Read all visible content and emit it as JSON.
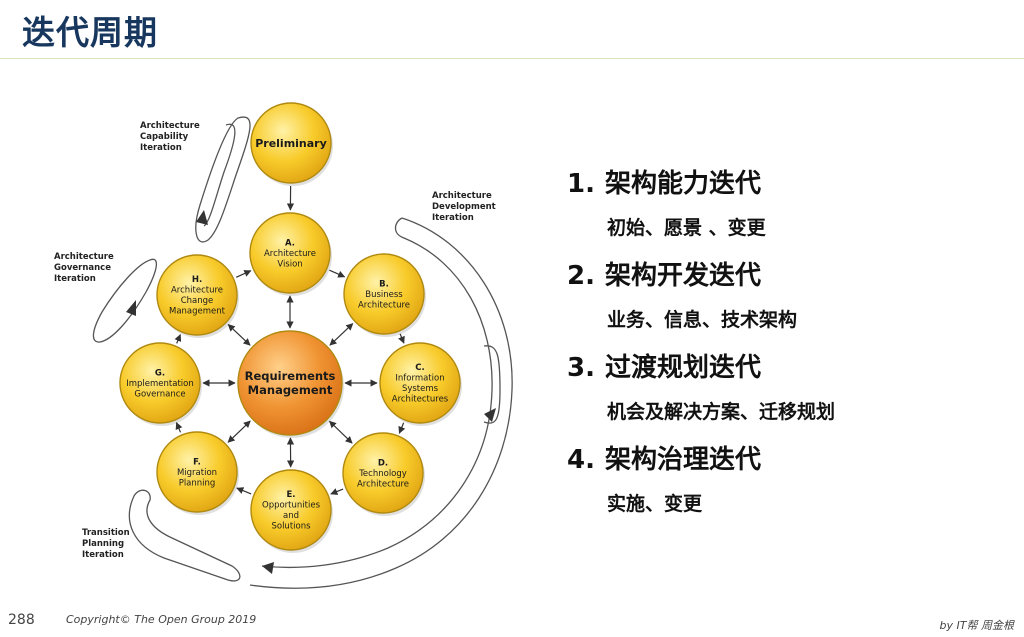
{
  "slide": {
    "title": "迭代周期",
    "page_number": "288",
    "copyright": "Copyright© The Open Group 2019",
    "author": "by IT帮 周金根"
  },
  "diagram": {
    "nodes": {
      "preliminary": [
        "Preliminary"
      ],
      "a": [
        "A.",
        "Architecture",
        "Vision"
      ],
      "b": [
        "B.",
        "Business",
        "Architecture"
      ],
      "c": [
        "C.",
        "Information",
        "Systems",
        "Architectures"
      ],
      "d": [
        "D.",
        "Technology",
        "Architecture"
      ],
      "e": [
        "E.",
        "Opportunities",
        "and",
        "Solutions"
      ],
      "f": [
        "F.",
        "Migration",
        "Planning"
      ],
      "g": [
        "G.",
        "Implementation",
        "Governance"
      ],
      "h": [
        "H.",
        "Architecture",
        "Change",
        "Management"
      ],
      "center": [
        "Requirements",
        "Management"
      ]
    },
    "iteration_labels": {
      "capability": [
        "Architecture",
        "Capability",
        "Iteration"
      ],
      "development": [
        "Architecture",
        "Development",
        "Iteration"
      ],
      "governance": [
        "Architecture",
        "Governance",
        "Iteration"
      ],
      "transition": [
        "Transition",
        "Planning",
        "Iteration"
      ]
    }
  },
  "iterations": [
    {
      "number": "1.",
      "title": "架构能力迭代",
      "detail": "初始、愿景 、变更"
    },
    {
      "number": "2.",
      "title": "架构开发迭代",
      "detail": "业务、信息、技术架构"
    },
    {
      "number": "3.",
      "title": "过渡规划迭代",
      "detail": "机会及解决方案、迁移规划"
    },
    {
      "number": "4.",
      "title": "架构治理迭代",
      "detail": "实施、变更"
    }
  ],
  "colors": {
    "node_fill": "#f6c31d",
    "node_stroke": "#b08a10",
    "center_fill": "#ee8a2a",
    "title": "#17375e"
  }
}
